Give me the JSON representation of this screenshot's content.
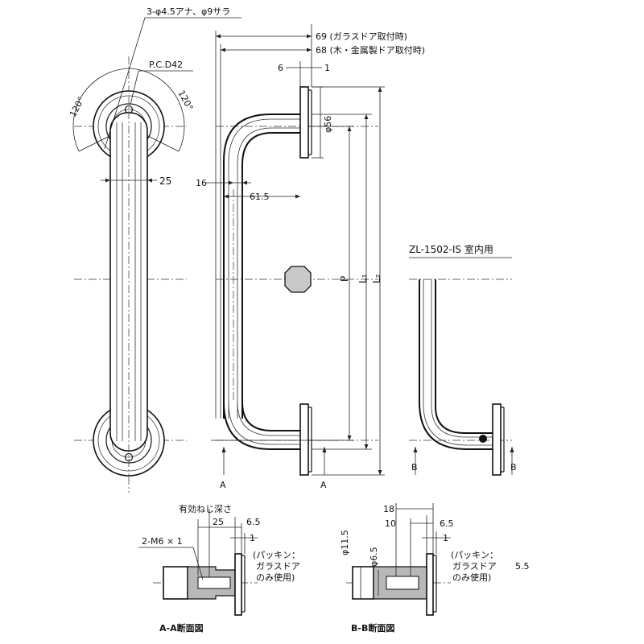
{
  "labels": {
    "hole_spec": "3-φ4.5アナ、φ9サラ",
    "pcd": "P.C.D42",
    "angle_left": "120°",
    "angle_right": "120°",
    "width_25": "25",
    "dim_69": "69 (ガラスドア取付時)",
    "dim_68": "68 (木・金属製ドア取付時)",
    "dim_6": "6",
    "dim_1_top": "1",
    "dim_phi56": "φ56",
    "dim_16": "16",
    "dim_61_5": "61.5",
    "dim_P": "P",
    "dim_L1": "L₁",
    "dim_L2": "L₂",
    "section_a_left": "A",
    "section_a_right": "A",
    "variant_title": "ZL-1502-IS  室内用",
    "section_b_left": "B",
    "section_b_right": "B",
    "aa_thread_depth": "有効ねじ深さ",
    "aa_25": "25",
    "aa_6_5": "6.5",
    "aa_1": "1",
    "aa_m6": "2-M6 × 1",
    "aa_note_1": "(パッキン：",
    "aa_note_2": "ガラスドア",
    "aa_note_3": "のみ使用)",
    "aa_title": "A-A断面図",
    "bb_18": "18",
    "bb_10": "10",
    "bb_6_5": "6.5",
    "bb_1": "1",
    "bb_phi11_5": "φ11.5",
    "bb_phi6_5": "φ6.5",
    "bb_note_1": "(パッキン：",
    "bb_note_2": "ガラスドア",
    "bb_note_3": "のみ使用)",
    "bb_5_5": "5.5",
    "bb_title": "B-B断面図"
  },
  "colors": {
    "line": "#111111",
    "hatch": "#b8b8b8",
    "background": "#ffffff"
  }
}
